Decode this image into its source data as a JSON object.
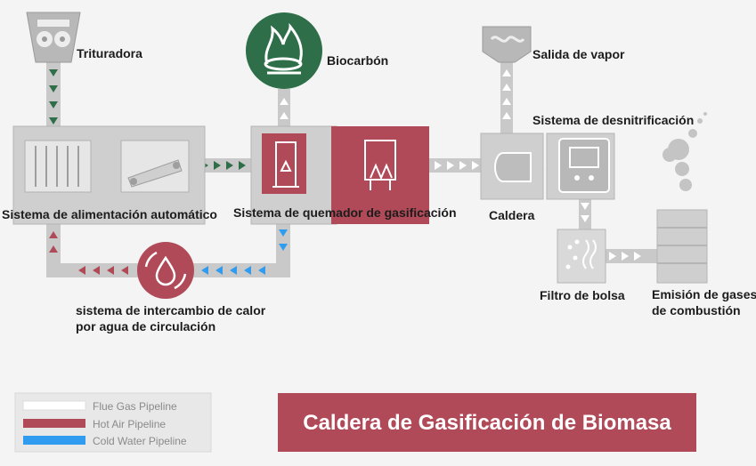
{
  "diagram": {
    "title": "Caldera de Gasificación de Biomasa",
    "nodes": {
      "trituradora": "Trituradora",
      "biocarbon": "Biocarbón",
      "salida_vapor": "Salida de vapor",
      "desnitrificacion": "Sistema de desnitrificación",
      "alimentacion": "Sistema de alimentación automático",
      "quemador": "Sistema de quemador de gasificación",
      "caldera": "Caldera",
      "intercambio_line1": "sistema de intercambio de calor",
      "intercambio_line2": "por agua de circulación",
      "filtro": "Filtro de bolsa",
      "emision_line1": "Emisión de gases",
      "emision_line2": "de combustión"
    },
    "legend": [
      {
        "label": "Flue Gas Pipeline",
        "color": "#ffffff"
      },
      {
        "label": "Hot Air Pipeline",
        "color": "#b04a58"
      },
      {
        "label": "Cold Water Pipeline",
        "color": "#2f9cf0"
      }
    ],
    "colors": {
      "green_pipe": "#2e6e48",
      "red_pipe": "#b04a58",
      "blue_pipe": "#2f9cf0",
      "white_pipe": "#ffffff",
      "biochar_circle": "#2e6e48",
      "heat_exchange_circle": "#b04a58",
      "title_bg": "#b04a58",
      "box_gray": "#cfcfcf"
    }
  }
}
